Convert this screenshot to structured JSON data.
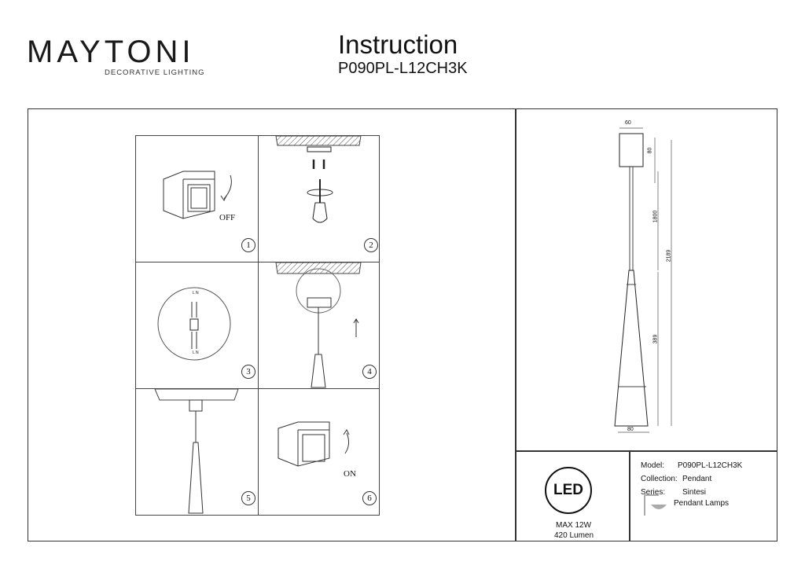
{
  "header": {
    "brand": "MAYTONI",
    "brand_tagline": "DECORATIVE LIGHTING",
    "title": "Instruction",
    "model": "P090PL-L12CH3K"
  },
  "steps": [
    {
      "number": "1",
      "label": "OFF"
    },
    {
      "number": "2",
      "label": ""
    },
    {
      "number": "3",
      "label": ""
    },
    {
      "number": "4",
      "label": ""
    },
    {
      "number": "5",
      "label": ""
    },
    {
      "number": "6",
      "label": "ON"
    }
  ],
  "wiring_labels": {
    "top": "L N",
    "bottom": "L N"
  },
  "dimensions": {
    "canopy_width": "60",
    "canopy_height": "80",
    "cable": "1800",
    "total": "2189",
    "shade_height": "389",
    "shade_width": "80"
  },
  "spec": {
    "led_badge": "LED",
    "power": "MAX 12W",
    "lumen": "420 Lumen",
    "model_label": "Model:",
    "model_value": "P090PL-L12CH3K",
    "collection_label": "Collection:",
    "collection_value": "Pendant",
    "series_label": "Series:",
    "series_value": "Sintesi",
    "type_value": "Pendant Lamps"
  }
}
